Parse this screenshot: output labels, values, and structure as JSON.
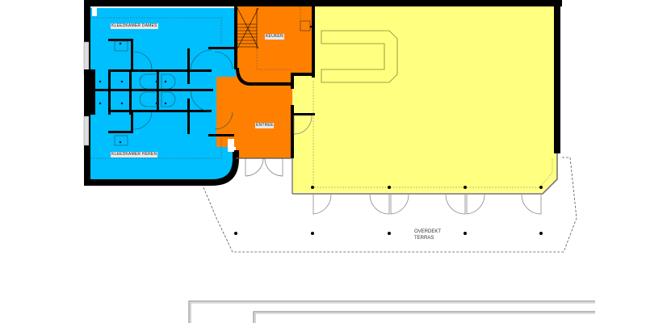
{
  "drawing": {
    "type": "floor plan",
    "colors": {
      "changing_rooms": "#00bfff",
      "kitchen_entrance": "#ff8000",
      "main_hall": "#ffff80",
      "walls": "#000000",
      "outline": "#808080"
    }
  },
  "rooms": {
    "kleedkamer_dames": "KLEEDKAMER DAMES",
    "kleedkamer_heren": "KLEEDKAMER HEREN",
    "keuken": "KEUKEN",
    "entree": "ENTREE",
    "terras_line1": "OVERDEKT",
    "terras_line2": "TERRAS"
  }
}
